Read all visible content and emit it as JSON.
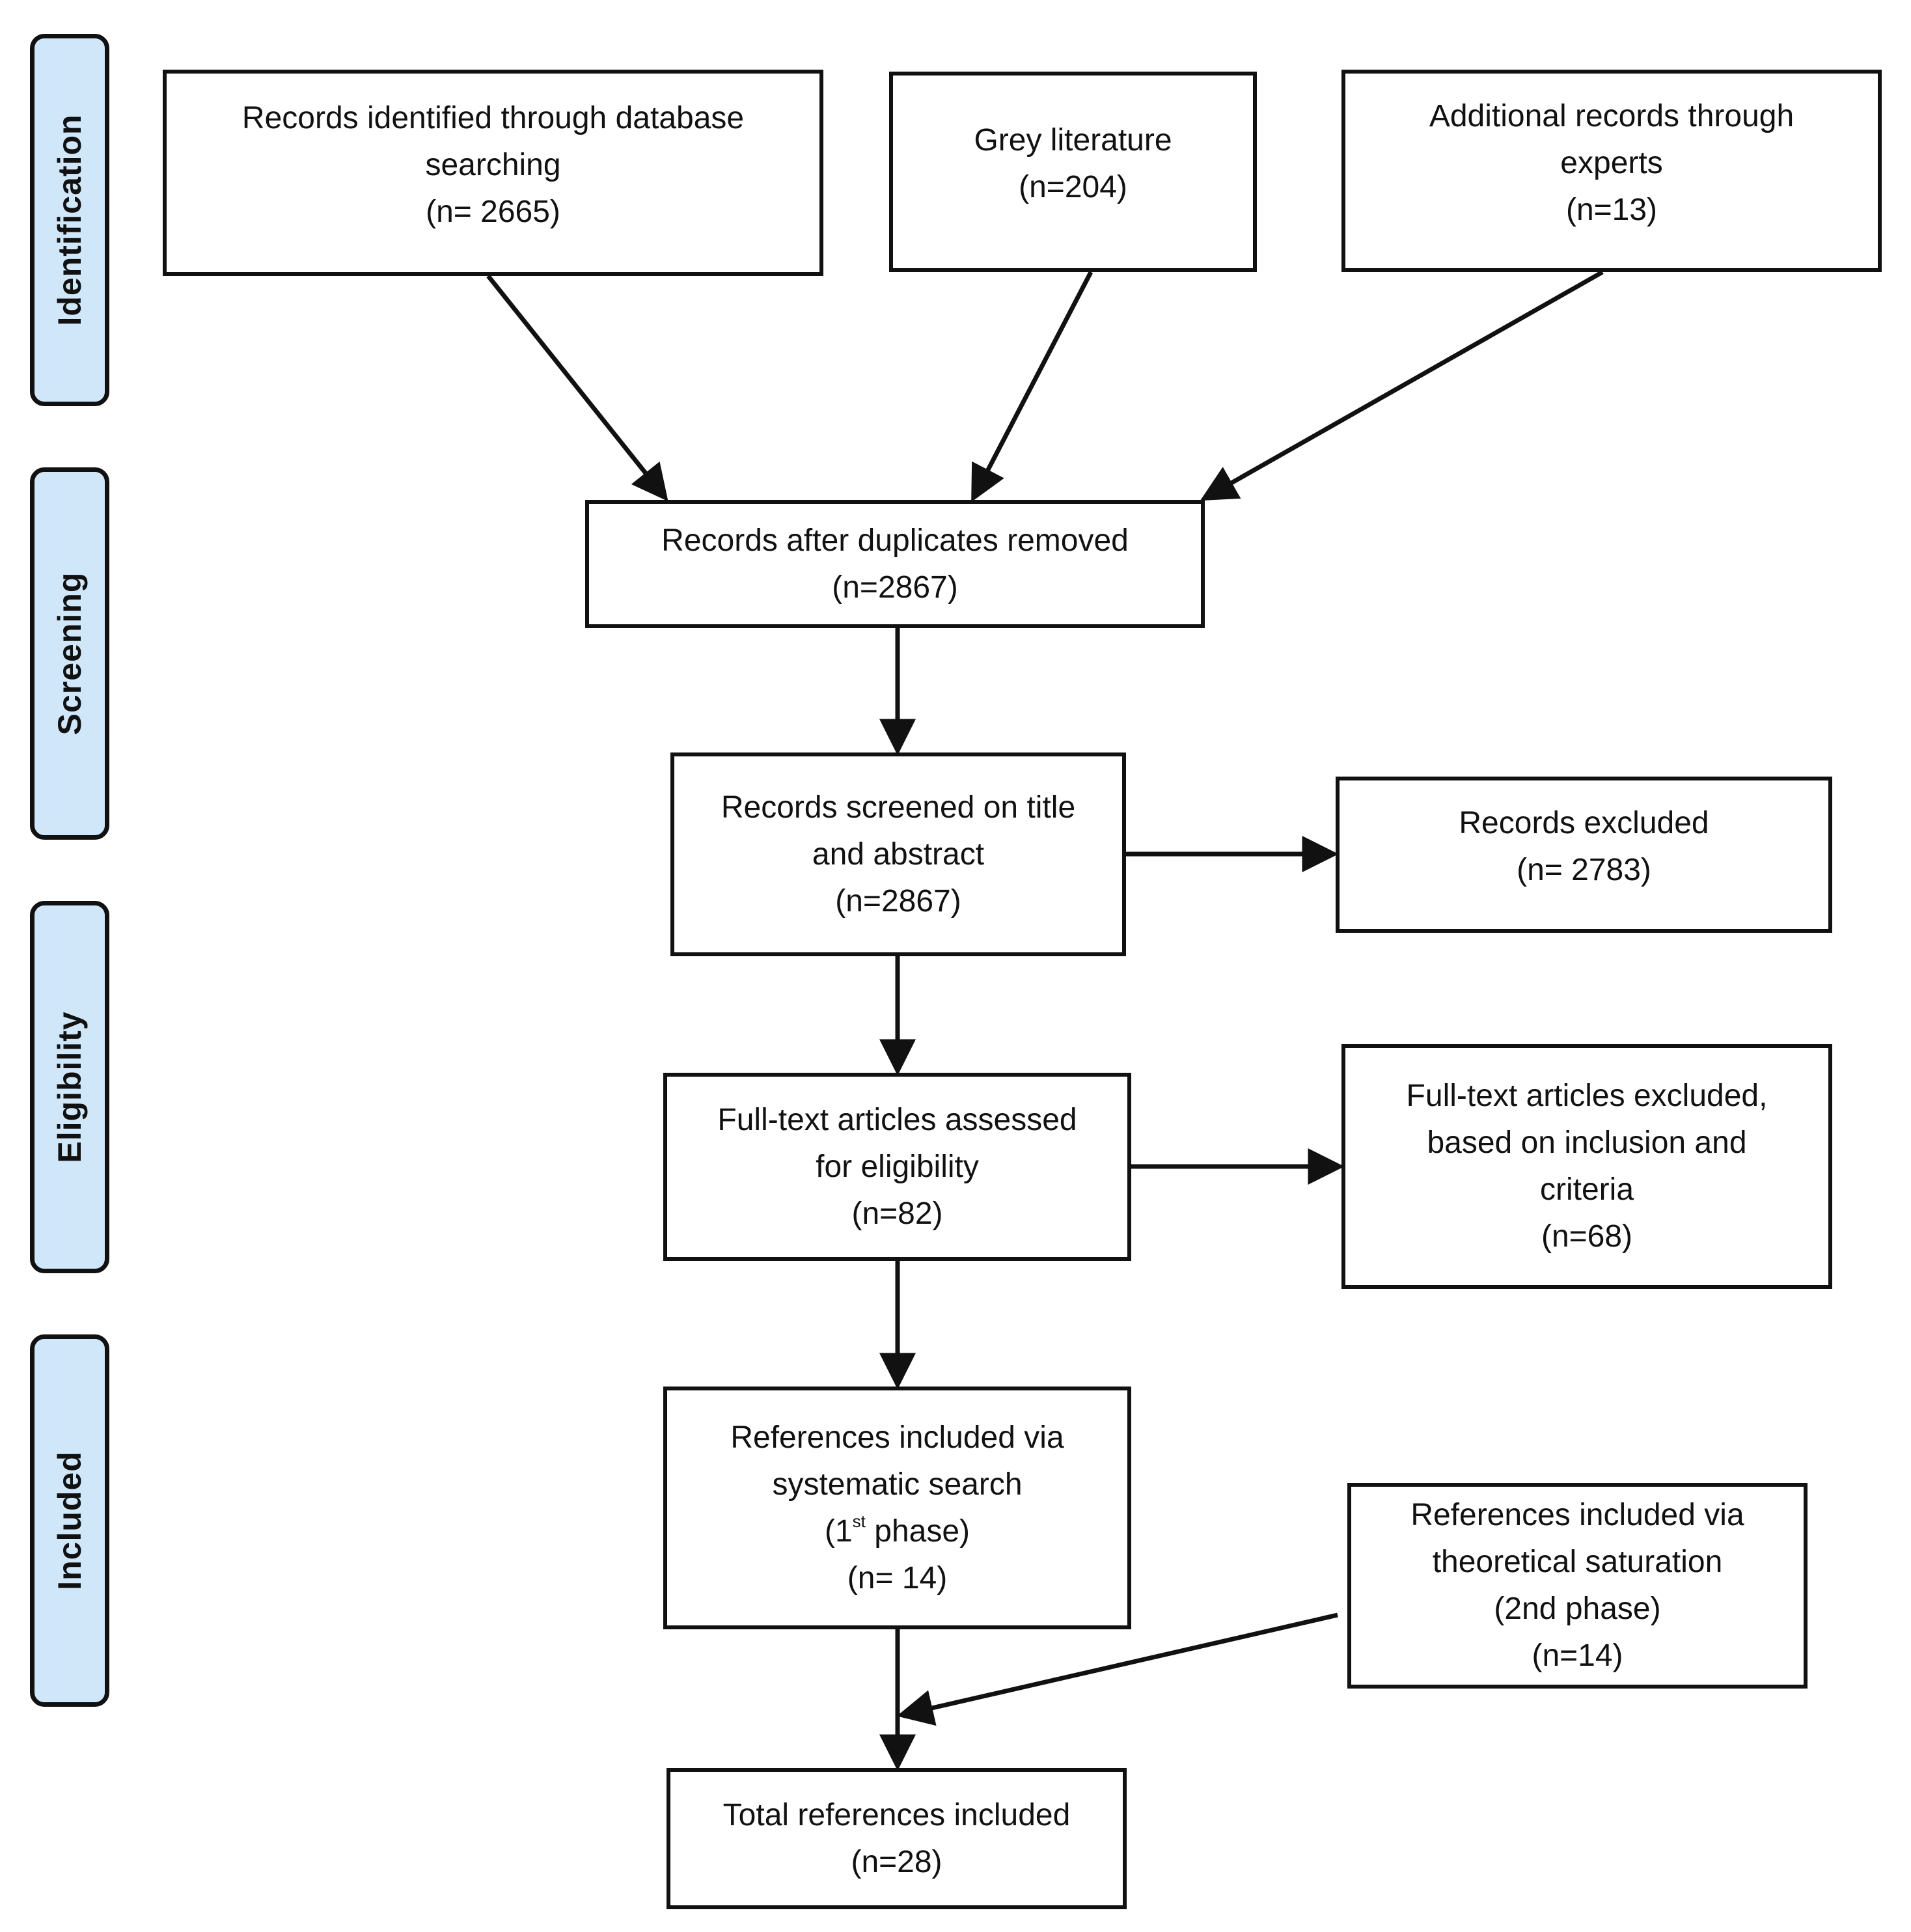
{
  "stages": {
    "identification": "Identification",
    "screening": "Screening",
    "eligibility": "Eligibility",
    "included": "Included"
  },
  "boxes": {
    "database": {
      "line1": "Records identified through database",
      "line2": "searching",
      "count": "(n= 2665)"
    },
    "grey": {
      "line1": "Grey literature",
      "count": "(n=204)"
    },
    "experts": {
      "line1": "Additional records through",
      "line2": "experts",
      "count": "(n=13)"
    },
    "duplicates": {
      "line1": "Records after duplicates removed",
      "count": "(n=2867)"
    },
    "screened": {
      "line1": "Records screened on title",
      "line2": "and abstract",
      "count": "(n=2867)"
    },
    "excluded": {
      "line1": "Records excluded",
      "count": "(n= 2783)"
    },
    "fulltext": {
      "line1": "Full-text articles assessed",
      "line2": "for eligibility",
      "count": "(n=82)"
    },
    "fulltext_excluded": {
      "line1": "Full-text articles excluded,",
      "line2": "based on inclusion and",
      "line3": "criteria",
      "count": "(n=68)"
    },
    "systematic": {
      "line1": "References included via",
      "line2": "systematic search",
      "phase_num": "(1",
      "phase_sup": "st",
      "phase_rest": " phase)",
      "count": "(n= 14)"
    },
    "saturation": {
      "line1": "References included via",
      "line2": "theoretical saturation",
      "line3": "(2nd phase)",
      "count": "(n=14)"
    },
    "total": {
      "line1": "Total references included",
      "count": "(n=28)"
    }
  }
}
